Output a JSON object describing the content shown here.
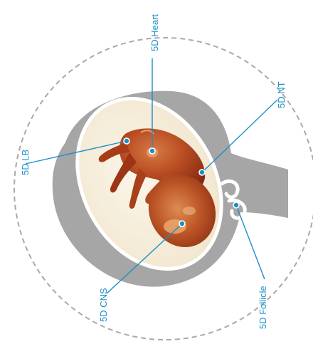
{
  "colors": {
    "accent": "#1a8fc9",
    "dashed_ring": "#a9a9a9",
    "uterus_shape": "#a6a6a6",
    "sac_fill": "#f6eedc",
    "fetus": "#b5441d"
  },
  "labels": {
    "heart": "5D Heart",
    "nt": "5D NT",
    "lb": "5D LB",
    "cns": "5D CNS",
    "follicle": "5D Follicle"
  }
}
